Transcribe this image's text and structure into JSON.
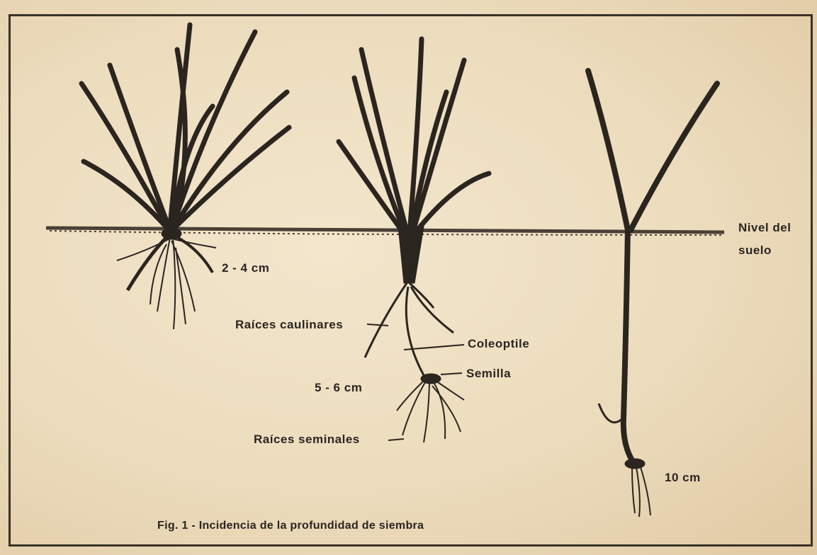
{
  "labels": {
    "soil_level_line1": "Nivel del",
    "soil_level_line2": "suelo",
    "depth_plant1": "2 - 4 cm",
    "depth_plant2": "5 - 6 cm",
    "depth_plant3": "10 cm",
    "stem_roots": "Raíces caulinares",
    "coleoptile": "Coleoptile",
    "seed": "Semilla",
    "seminal_roots": "Raíces seminales"
  },
  "caption": "Fig. 1 - Incidencia de la profundidad de siembra",
  "colors": {
    "ink": "#2b2520",
    "paper": "#ecdcbd",
    "soil": "#4a4037"
  }
}
